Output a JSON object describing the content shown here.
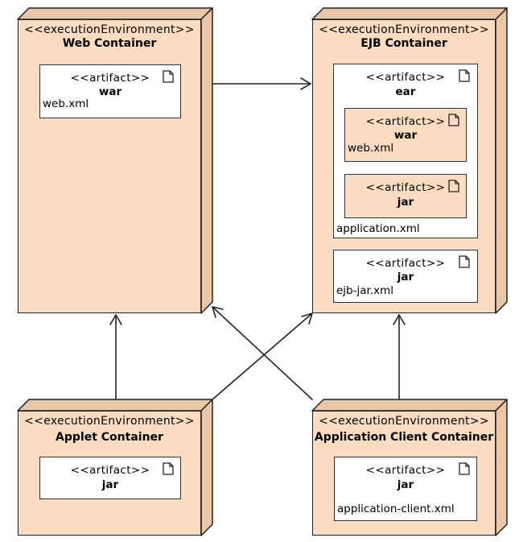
{
  "stereotypes": {
    "environment": "<<executionEnvironment>>",
    "artifact": "<<artifact>>"
  },
  "nodes": {
    "web": {
      "title": "Web Container"
    },
    "ejb": {
      "title": "EJB Container"
    },
    "applet": {
      "title": "Applet Container"
    },
    "appclient": {
      "title": "Application Client Container"
    }
  },
  "artifacts": {
    "web_war": {
      "name": "war",
      "file": "web.xml"
    },
    "ear": {
      "name": "ear",
      "file": "application.xml"
    },
    "ear_war": {
      "name": "war",
      "file": "web.xml"
    },
    "ear_jar": {
      "name": "jar"
    },
    "ejb_jar": {
      "name": "jar",
      "file": "ejb-jar.xml"
    },
    "applet_jar": {
      "name": "jar"
    },
    "client_jar": {
      "name": "jar",
      "file": "application-client.xml"
    }
  },
  "colors": {
    "node_fill": "#fbdcc0",
    "node_side": "#e9c7a6",
    "artifact_fill": "#ffffff",
    "stroke": "#222222"
  },
  "icons": [
    "document-icon",
    "arrow-head-icon"
  ]
}
